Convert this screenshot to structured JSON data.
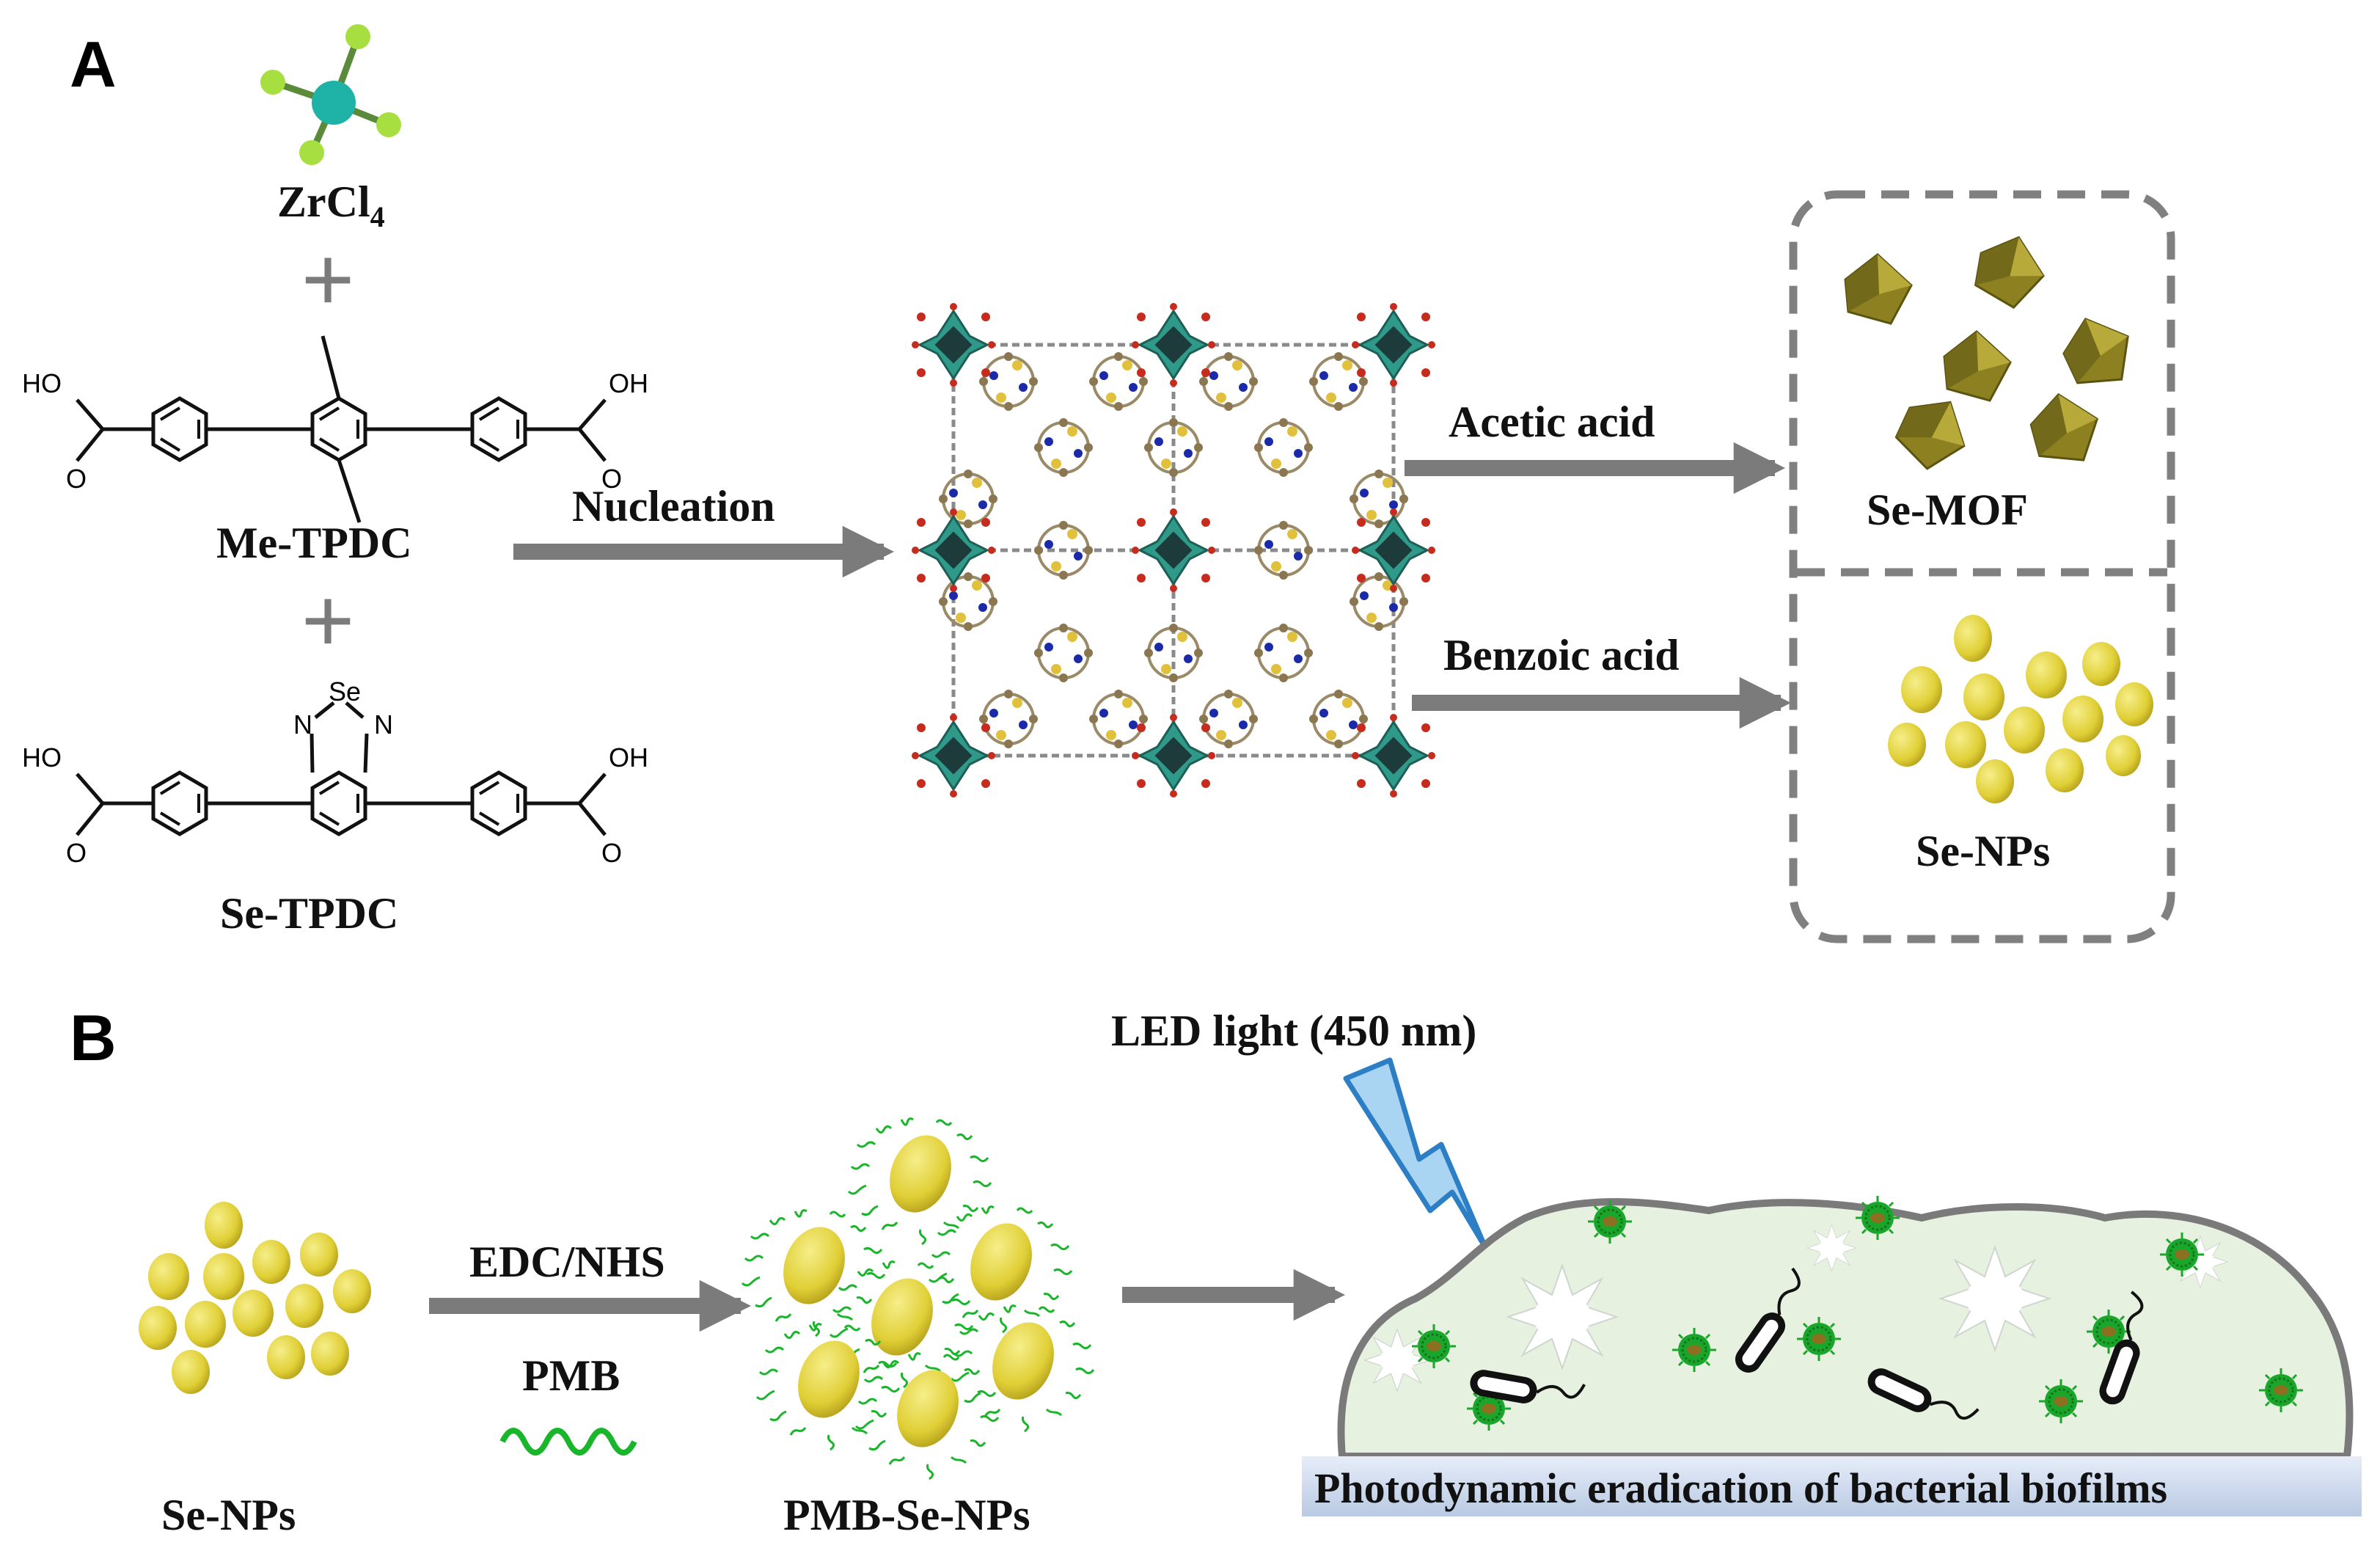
{
  "panels": {
    "a": "A",
    "b": "B"
  },
  "colors": {
    "arrow": "#7b7b7b",
    "nanoparticle": "#e2d13a",
    "polymer": "#19b52a",
    "mof_crystal": "#8c8020",
    "zr_node": "#2f9a8a",
    "biofilm": "#e7f1df",
    "caption_bar": "#d2deef"
  },
  "panel_a": {
    "zrcl4": {
      "main": "ZrCl",
      "sub": "4"
    },
    "me_tpdc": "Me-TPDC",
    "se_tpdc": "Se-TPDC",
    "plus": "+",
    "nucleation": "Nucleation",
    "acetic_acid": "Acetic acid",
    "benzoic_acid": "Benzoic acid",
    "se_mof": "Se-MOF",
    "se_nps": "Se-NPs",
    "atoms": {
      "ho": "HO",
      "oh": "OH",
      "o": "O",
      "se": "Se",
      "n": "N"
    }
  },
  "panel_b": {
    "led": "LED light (450 nm)",
    "edc_nhs": "EDC/NHS",
    "pmb": "PMB",
    "se_nps": "Se-NPs",
    "pmb_se_nps": "PMB-Se-NPs",
    "caption": "Photodynamic eradication of bacterial biofilms"
  }
}
